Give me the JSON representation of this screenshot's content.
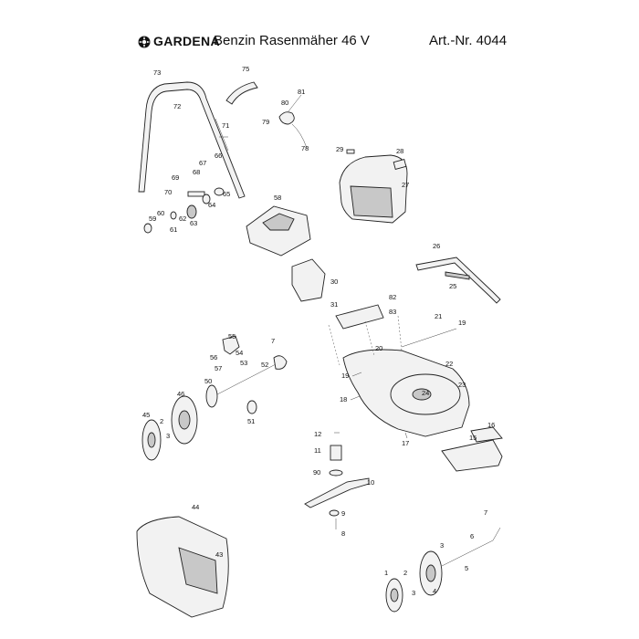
{
  "header": {
    "brand": "GARDENA",
    "product_title": "Benzin Rasenmäher 46 V",
    "article_number": "Art.-Nr. 4044"
  },
  "diagram": {
    "part_labels": {
      "p1": "1",
      "p2a": "2",
      "p2b": "2",
      "p3a": "3",
      "p3b": "3",
      "p3c": "3",
      "p4": "4",
      "p5": "5",
      "p6": "6",
      "p7a": "7",
      "p7b": "7",
      "p8": "8",
      "p9": "9",
      "p10": "10",
      "p11": "11",
      "p12": "12",
      "p15": "15",
      "p16": "16",
      "p17": "17",
      "p18": "18",
      "p19a": "19",
      "p19b": "19",
      "p20": "20",
      "p21": "21",
      "p22": "22",
      "p23": "23",
      "p24": "24",
      "p25": "25",
      "p26": "26",
      "p27": "27",
      "p28": "28",
      "p29": "29",
      "p30": "30",
      "p31": "31",
      "p43": "43",
      "p44": "44",
      "p45": "45",
      "p46": "46",
      "p50": "50",
      "p51": "51",
      "p52": "52",
      "p53": "53",
      "p54": "54",
      "p55": "55",
      "p56": "56",
      "p57": "57",
      "p58": "58",
      "p59": "59",
      "p60": "60",
      "p61": "61",
      "p62": "62",
      "p63": "63",
      "p64": "64",
      "p65": "65",
      "p66": "66",
      "p67": "67",
      "p68": "68",
      "p69": "69",
      "p70": "70",
      "p71": "71",
      "p72": "72",
      "p73": "73",
      "p75": "75",
      "p78": "78",
      "p79": "79",
      "p80": "80",
      "p81": "81",
      "p82": "82",
      "p83": "83",
      "p90": "90"
    }
  }
}
